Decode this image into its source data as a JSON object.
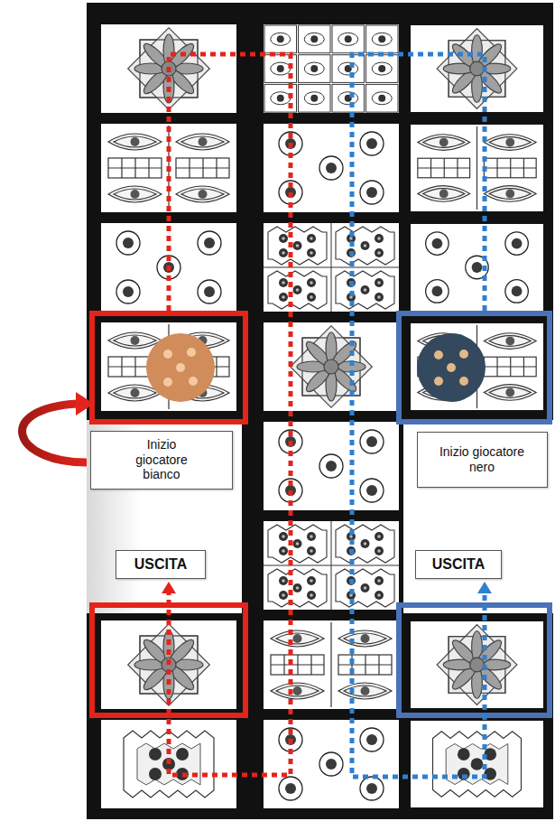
{
  "diagram": {
    "nodes": [
      {
        "text": [
          "Inizio giocatore bianco"
        ]
      },
      {
        "text": [
          "Inizio giocatore nero"
        ]
      },
      {
        "text": [
          "USCITA"
        ]
      },
      {
        "text": [
          "USCITA"
        ]
      }
    ]
  }
}
